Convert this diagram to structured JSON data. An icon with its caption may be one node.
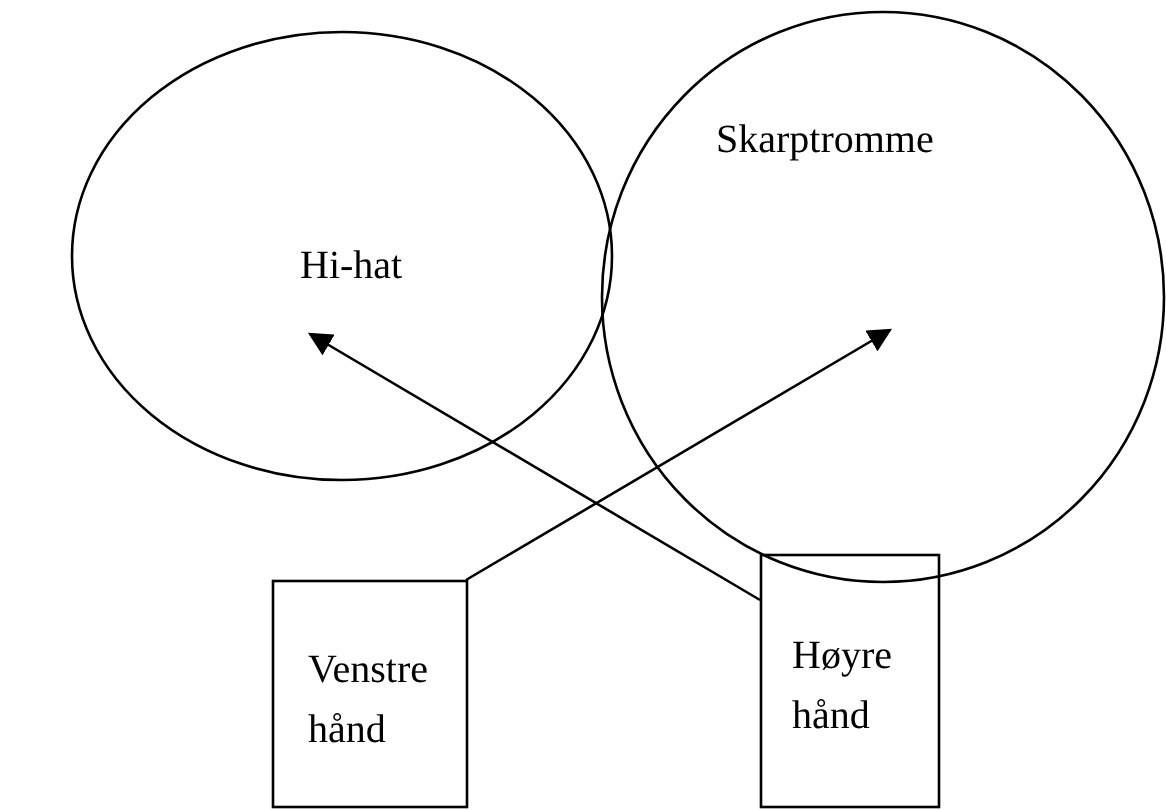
{
  "diagram": {
    "nodes": [
      {
        "text": [
          "Hi-hat"
        ]
      },
      {
        "text": [
          "Skarptromme"
        ]
      },
      {
        "text": [
          "Venstre hånd"
        ]
      },
      {
        "text": [
          "Høyre hånd"
        ]
      }
    ],
    "edges": [
      {
        "from": 2,
        "to": 1,
        "arrow": "to"
      },
      {
        "from": 3,
        "to": 0,
        "arrow": "to"
      }
    ]
  }
}
